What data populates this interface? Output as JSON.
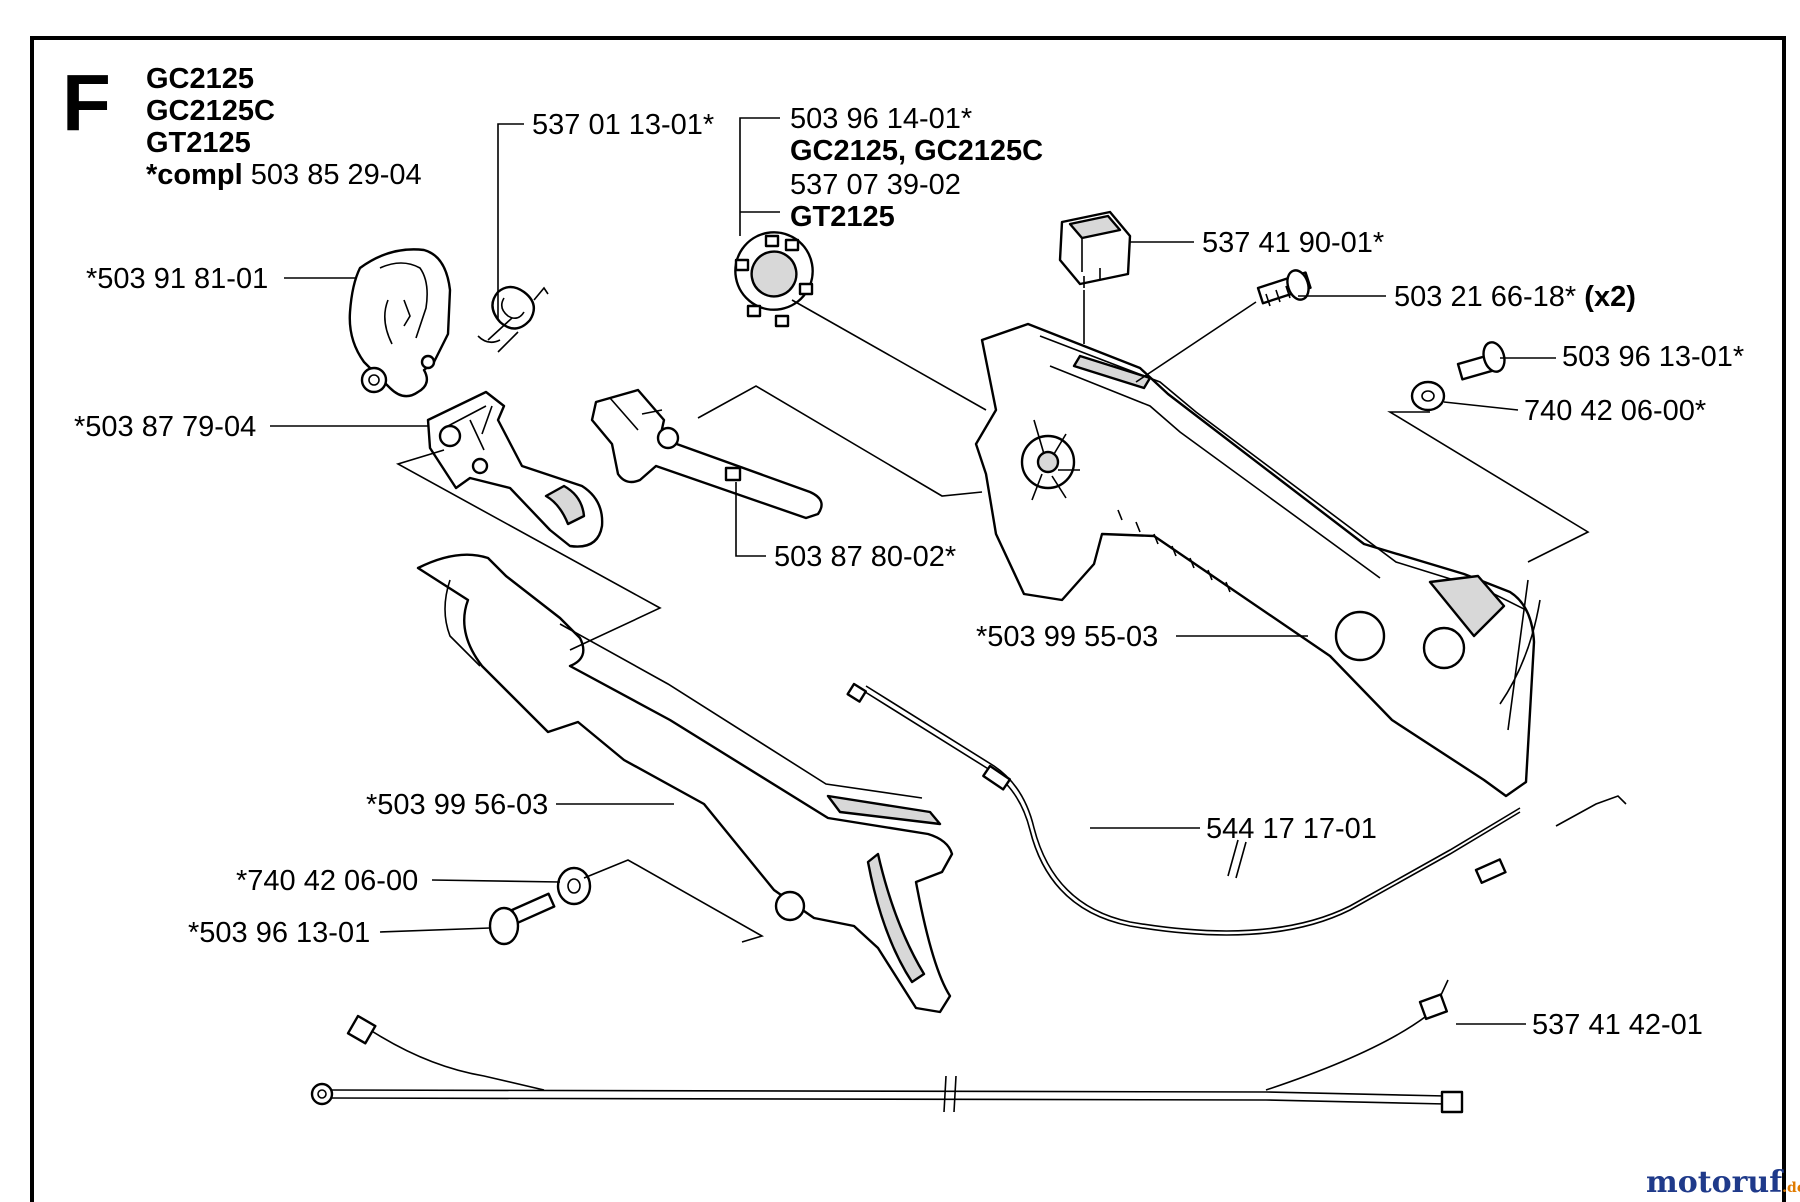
{
  "section_letter": "F",
  "models": [
    "GC2125",
    "GC2125C",
    "GT2125"
  ],
  "compl_prefix": "*compl",
  "compl_number": "503 85 29-04",
  "parts": {
    "p_5370113": "537 01 13-01*",
    "p_5039614": "503 96 14-01*",
    "p_5039614_models": "GC2125, GC2125C",
    "p_5370739": "537 07 39-02",
    "p_5370739_models": "GT2125",
    "p_5374190": "537 41 90-01*",
    "p_5032166": "503 21 66-18*",
    "p_5032166_qty": "(x2)",
    "p_5039613r": "503 96 13-01*",
    "p_7404206r": "740 42 06-00*",
    "p_5039181": "*503 91 81-01",
    "p_5038779": "*503 87 79-04",
    "p_5038780": "503 87 80-02*",
    "p_5039955": "*503 99 55-03",
    "p_5039956": "*503 99 56-03",
    "p_5441717": "544 17 17-01",
    "p_7404206l": "*740 42 06-00",
    "p_5039613l": "*503 96 13-01",
    "p_5374142": "537 41 42-01"
  },
  "watermark": {
    "prefix": "moto",
    "suffix": "ruf",
    "tld": ".de",
    "color_main": "#1f3a8a",
    "color_accent": "#e07b00"
  }
}
